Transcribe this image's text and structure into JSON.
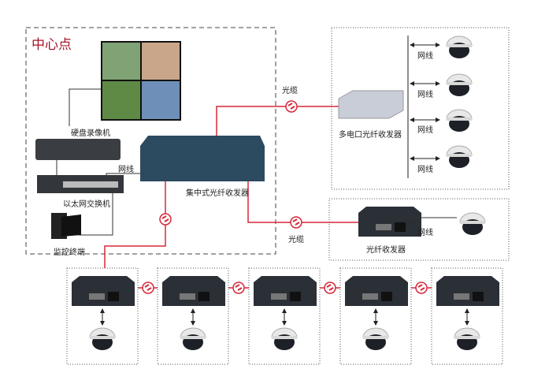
{
  "center": {
    "title": "中心点",
    "dvr": "硬盘录像机",
    "switch": "以太网交换机",
    "monitor": "监控终端",
    "cable": "网线",
    "rack": "集中式光纤收发器"
  },
  "top_branch": {
    "fiber": "光缆",
    "device": "多电口光纤收发器",
    "cables": [
      "网线",
      "网线",
      "网线",
      "网线"
    ]
  },
  "mid_branch": {
    "fiber": "光缆",
    "device": "光纤收发器",
    "cable": "网线"
  },
  "colors": {
    "fiber": "#d6283a",
    "title": "#a3162b",
    "device": "#2a3440"
  }
}
